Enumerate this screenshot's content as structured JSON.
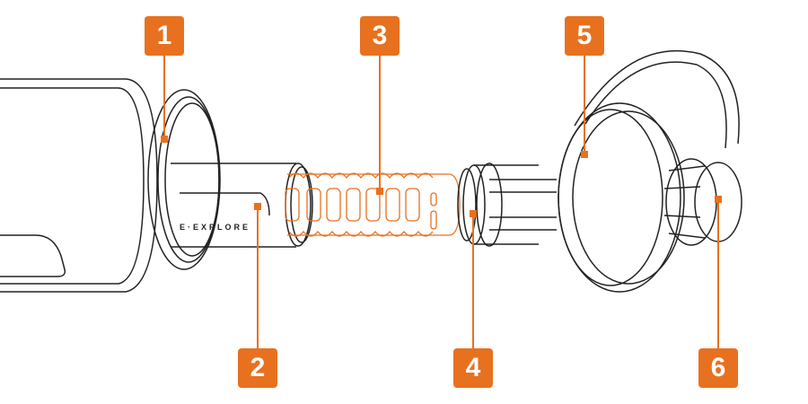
{
  "diagram": {
    "accent_color": "#e8711f",
    "brand_text": "E·EXPLORE",
    "callouts": [
      {
        "number": "1",
        "part": "bottle-mouth-seal"
      },
      {
        "number": "2",
        "part": "filter-housing"
      },
      {
        "number": "3",
        "part": "filter-cartridge"
      },
      {
        "number": "4",
        "part": "adjustment-dial"
      },
      {
        "number": "5",
        "part": "cap"
      },
      {
        "number": "6",
        "part": "spout-knob"
      }
    ]
  }
}
